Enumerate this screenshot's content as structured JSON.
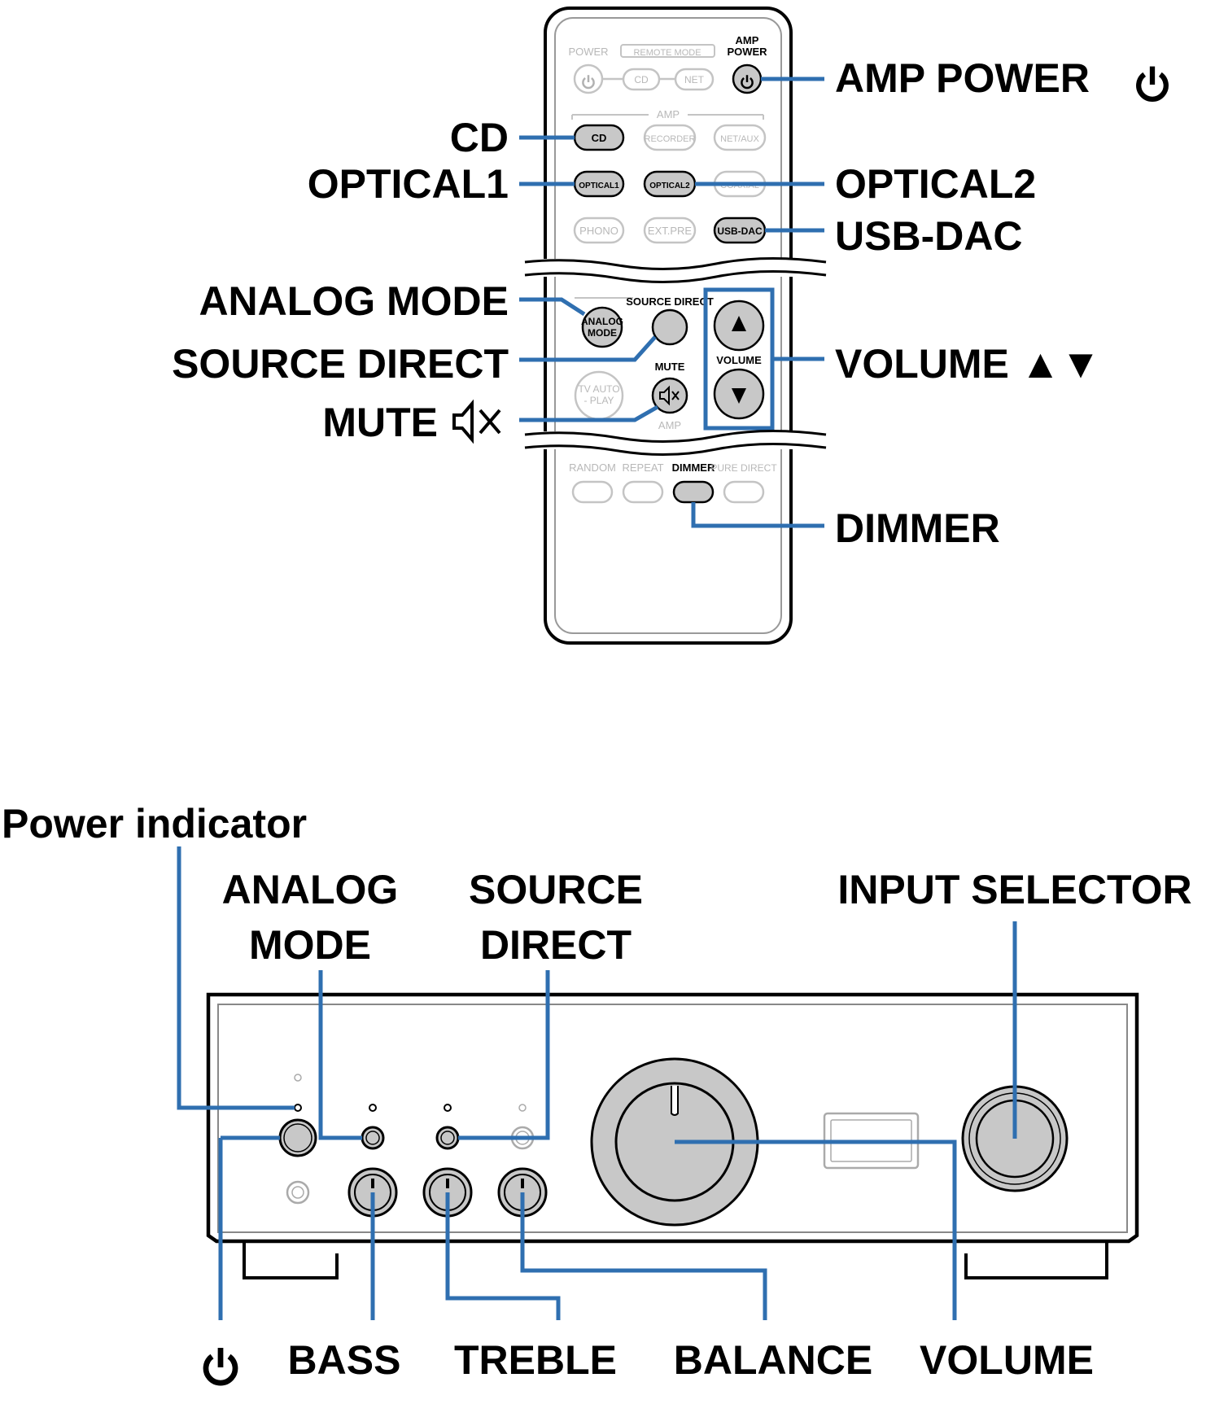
{
  "colors": {
    "leader": "#2f6fb0",
    "button_active_fill": "#c8c8c8",
    "button_inactive_stroke": "#c4c4c4",
    "outline": "#000000"
  },
  "remote": {
    "top_labels": {
      "power": "POWER",
      "remote_mode": "REMOTE MODE",
      "amp_power_line1": "AMP",
      "amp_power_line2": "POWER",
      "amp_section": "AMP"
    },
    "buttons": {
      "cd_mode": "CD",
      "net_mode": "NET",
      "cd": "CD",
      "recorder": "RECORDER",
      "net_aux": "NET/AUX",
      "optical1": "OPTICAL1",
      "optical2": "OPTICAL2",
      "coaxial": "COAXIAL",
      "phono": "PHONO",
      "ext_pre": "EXT.PRE",
      "usb_dac": "USB-DAC",
      "analog_mode_line1": "ANALOG",
      "analog_mode_line2": "MODE",
      "source_direct": "SOURCE DIRECT",
      "mute": "MUTE",
      "volume": "VOLUME",
      "tv_auto_line1": "TV AUTO",
      "tv_auto_line2": "- PLAY",
      "amp_lower": "AMP",
      "random": "RANDOM",
      "repeat": "REPEAT",
      "dimmer": "DIMMER",
      "pure_direct": "PURE DIRECT"
    },
    "callouts": {
      "amp_power": "AMP POWER",
      "cd": "CD",
      "optical1": "OPTICAL1",
      "optical2": "OPTICAL2",
      "usb_dac": "USB-DAC",
      "analog_mode": "ANALOG MODE",
      "source_direct": "SOURCE DIRECT",
      "volume": "VOLUME ▲▼",
      "mute": "MUTE",
      "dimmer": "DIMMER"
    }
  },
  "amplifier": {
    "callouts_top": {
      "power_indicator": "Power indicator",
      "analog_mode_line1": "ANALOG",
      "analog_mode_line2": "MODE",
      "source_direct_line1": "SOURCE",
      "source_direct_line2": "DIRECT",
      "input_selector": "INPUT SELECTOR"
    },
    "callouts_bottom": {
      "bass": "BASS",
      "treble": "TREBLE",
      "balance": "BALANCE",
      "volume": "VOLUME"
    }
  }
}
